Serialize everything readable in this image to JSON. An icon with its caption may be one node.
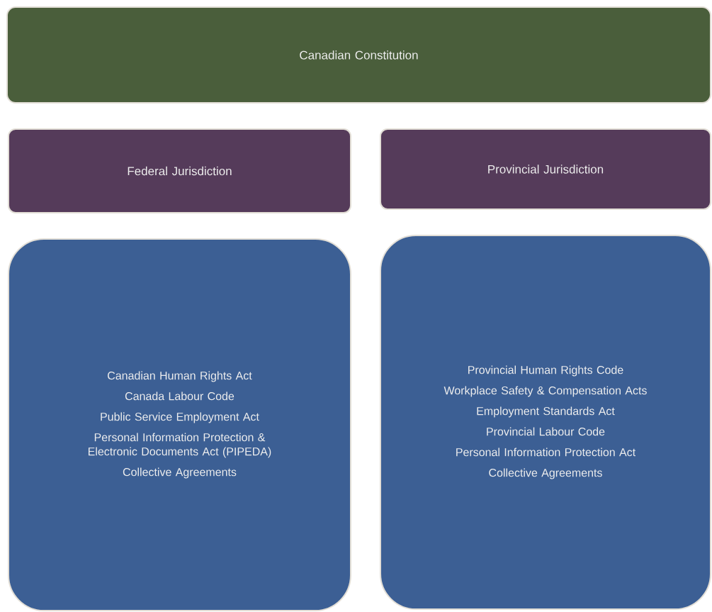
{
  "diagram": {
    "nodes": [
      {
        "text": [
          "Canadian Constitution"
        ]
      },
      {
        "text": [
          "Federal Jurisdiction"
        ]
      },
      {
        "text": [
          "Provincial Jurisdiction"
        ]
      },
      {
        "text": [
          "Canadian Human Rights Act",
          "Canada Labour Code",
          "Public Service Employment Act",
          "Personal Information Protection & Electronic Documents Act (PIPEDA)",
          "Collective Agreements"
        ]
      },
      {
        "text": [
          "Provincial Human Rights Code",
          "Workplace Safety & Compensation Acts",
          "Employment Standards Act",
          "Provincial Labour Code",
          "Personal Information Protection Act",
          "Collective Agreements"
        ]
      }
    ]
  }
}
